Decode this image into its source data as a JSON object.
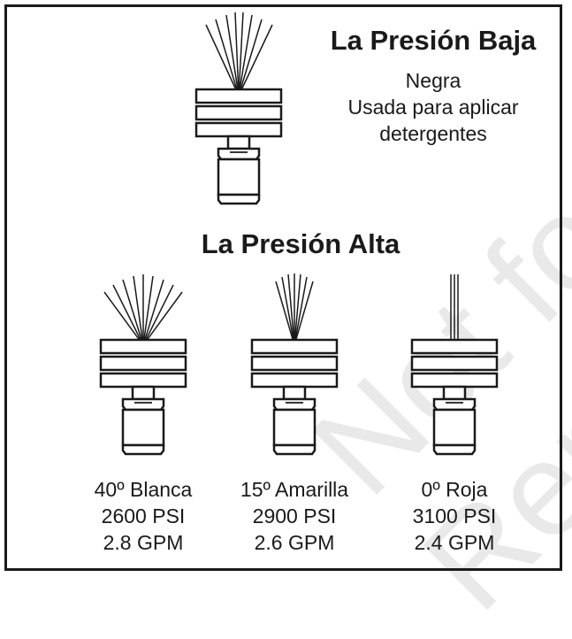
{
  "low_pressure": {
    "title": "La Presión Baja",
    "color_name": "Negra",
    "use_line1": "Usada para aplicar",
    "use_line2": "detergentes",
    "spray": "wide-fan"
  },
  "high_pressure": {
    "title": "La Presión Alta",
    "nozzles": [
      {
        "name": "40º Blanca",
        "psi": "2600 PSI",
        "gpm": "2.8 GPM",
        "spray": "wide-fan"
      },
      {
        "name": "15º Amarilla",
        "psi": "2900 PSI",
        "gpm": "2.6 GPM",
        "spray": "narrow-fan"
      },
      {
        "name": "0º Roja",
        "psi": "3100 PSI",
        "gpm": "2.4 GPM",
        "spray": "straight-jet"
      }
    ]
  },
  "watermark": {
    "line1": "Not for",
    "line2": "Repro"
  },
  "colors": {
    "line": "#1a1a1a",
    "watermark": "#e9e9e9"
  }
}
